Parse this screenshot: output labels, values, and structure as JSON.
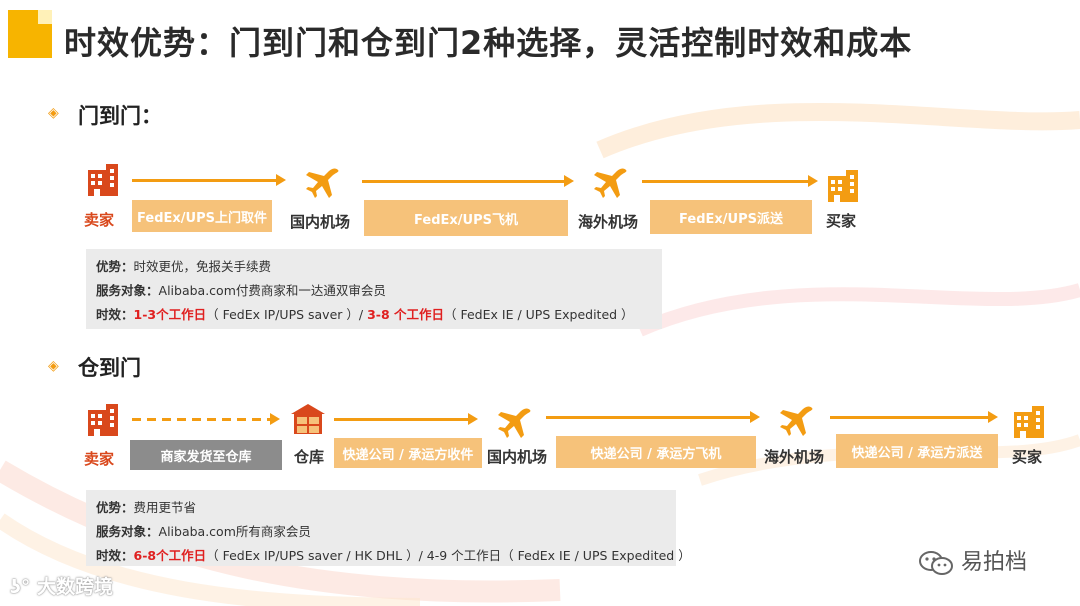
{
  "title": "时效优势：门到门和仓到门2种选择，灵活控制时效和成本",
  "colors": {
    "accent": "#f39c12",
    "box": "#f6c27a",
    "gray_box": "#8c8c8c",
    "seller": "#d9481c",
    "highlight": "#e02020"
  },
  "door_to_door": {
    "heading": "门到门：",
    "nodes": {
      "seller": "卖家",
      "domestic_airport": "国内机场",
      "overseas_airport": "海外机场",
      "buyer": "买家"
    },
    "boxes": {
      "pickup": "FedEx/UPS上门取件",
      "flight": "FedEx/UPS飞机",
      "delivery": "FedEx/UPS派送"
    },
    "info": {
      "advantage_label": "优势：",
      "advantage_value": "时效更优，免报关手续费",
      "target_label": "服务对象：",
      "target_value": "Alibaba.com付费商家和一达通双审会员",
      "time_label": "时效：",
      "time_fast": "1-3个工作日",
      "time_fast_note": "（ FedEx IP/UPS saver ）/ ",
      "time_slow": "3-8  个工作日",
      "time_slow_note": "（ FedEx IE / UPS Expedited  ）"
    }
  },
  "warehouse_to_door": {
    "heading": "仓到门",
    "nodes": {
      "seller": "卖家",
      "warehouse": "仓库",
      "domestic_airport": "国内机场",
      "overseas_airport": "海外机场",
      "buyer": "买家"
    },
    "boxes": {
      "ship_to_warehouse": "商家发货至仓库",
      "collect": "快递公司 / 承运方收件",
      "flight": "快递公司 / 承运方飞机",
      "delivery": "快递公司 / 承运方派送"
    },
    "info": {
      "advantage_label": "优势：",
      "advantage_value": "费用更节省",
      "target_label": "服务对象：",
      "target_value": "Alibaba.com所有商家会员",
      "time_label": "时效：",
      "time_fast": "6-8个工作日",
      "time_fast_note": "（ FedEx IP/UPS saver / HK DHL ）/ 4-9  个工作日（ FedEx IE / UPS Expedited  ）"
    }
  },
  "footer": {
    "left_brand": "大数跨境",
    "right_brand": "易拍档"
  },
  "icons": {
    "seller": "building-icon",
    "buyer": "building-icon",
    "airport": "airplane-icon",
    "warehouse": "warehouse-icon",
    "section": "diamond-bullet-icon",
    "wechat": "wechat-icon"
  }
}
